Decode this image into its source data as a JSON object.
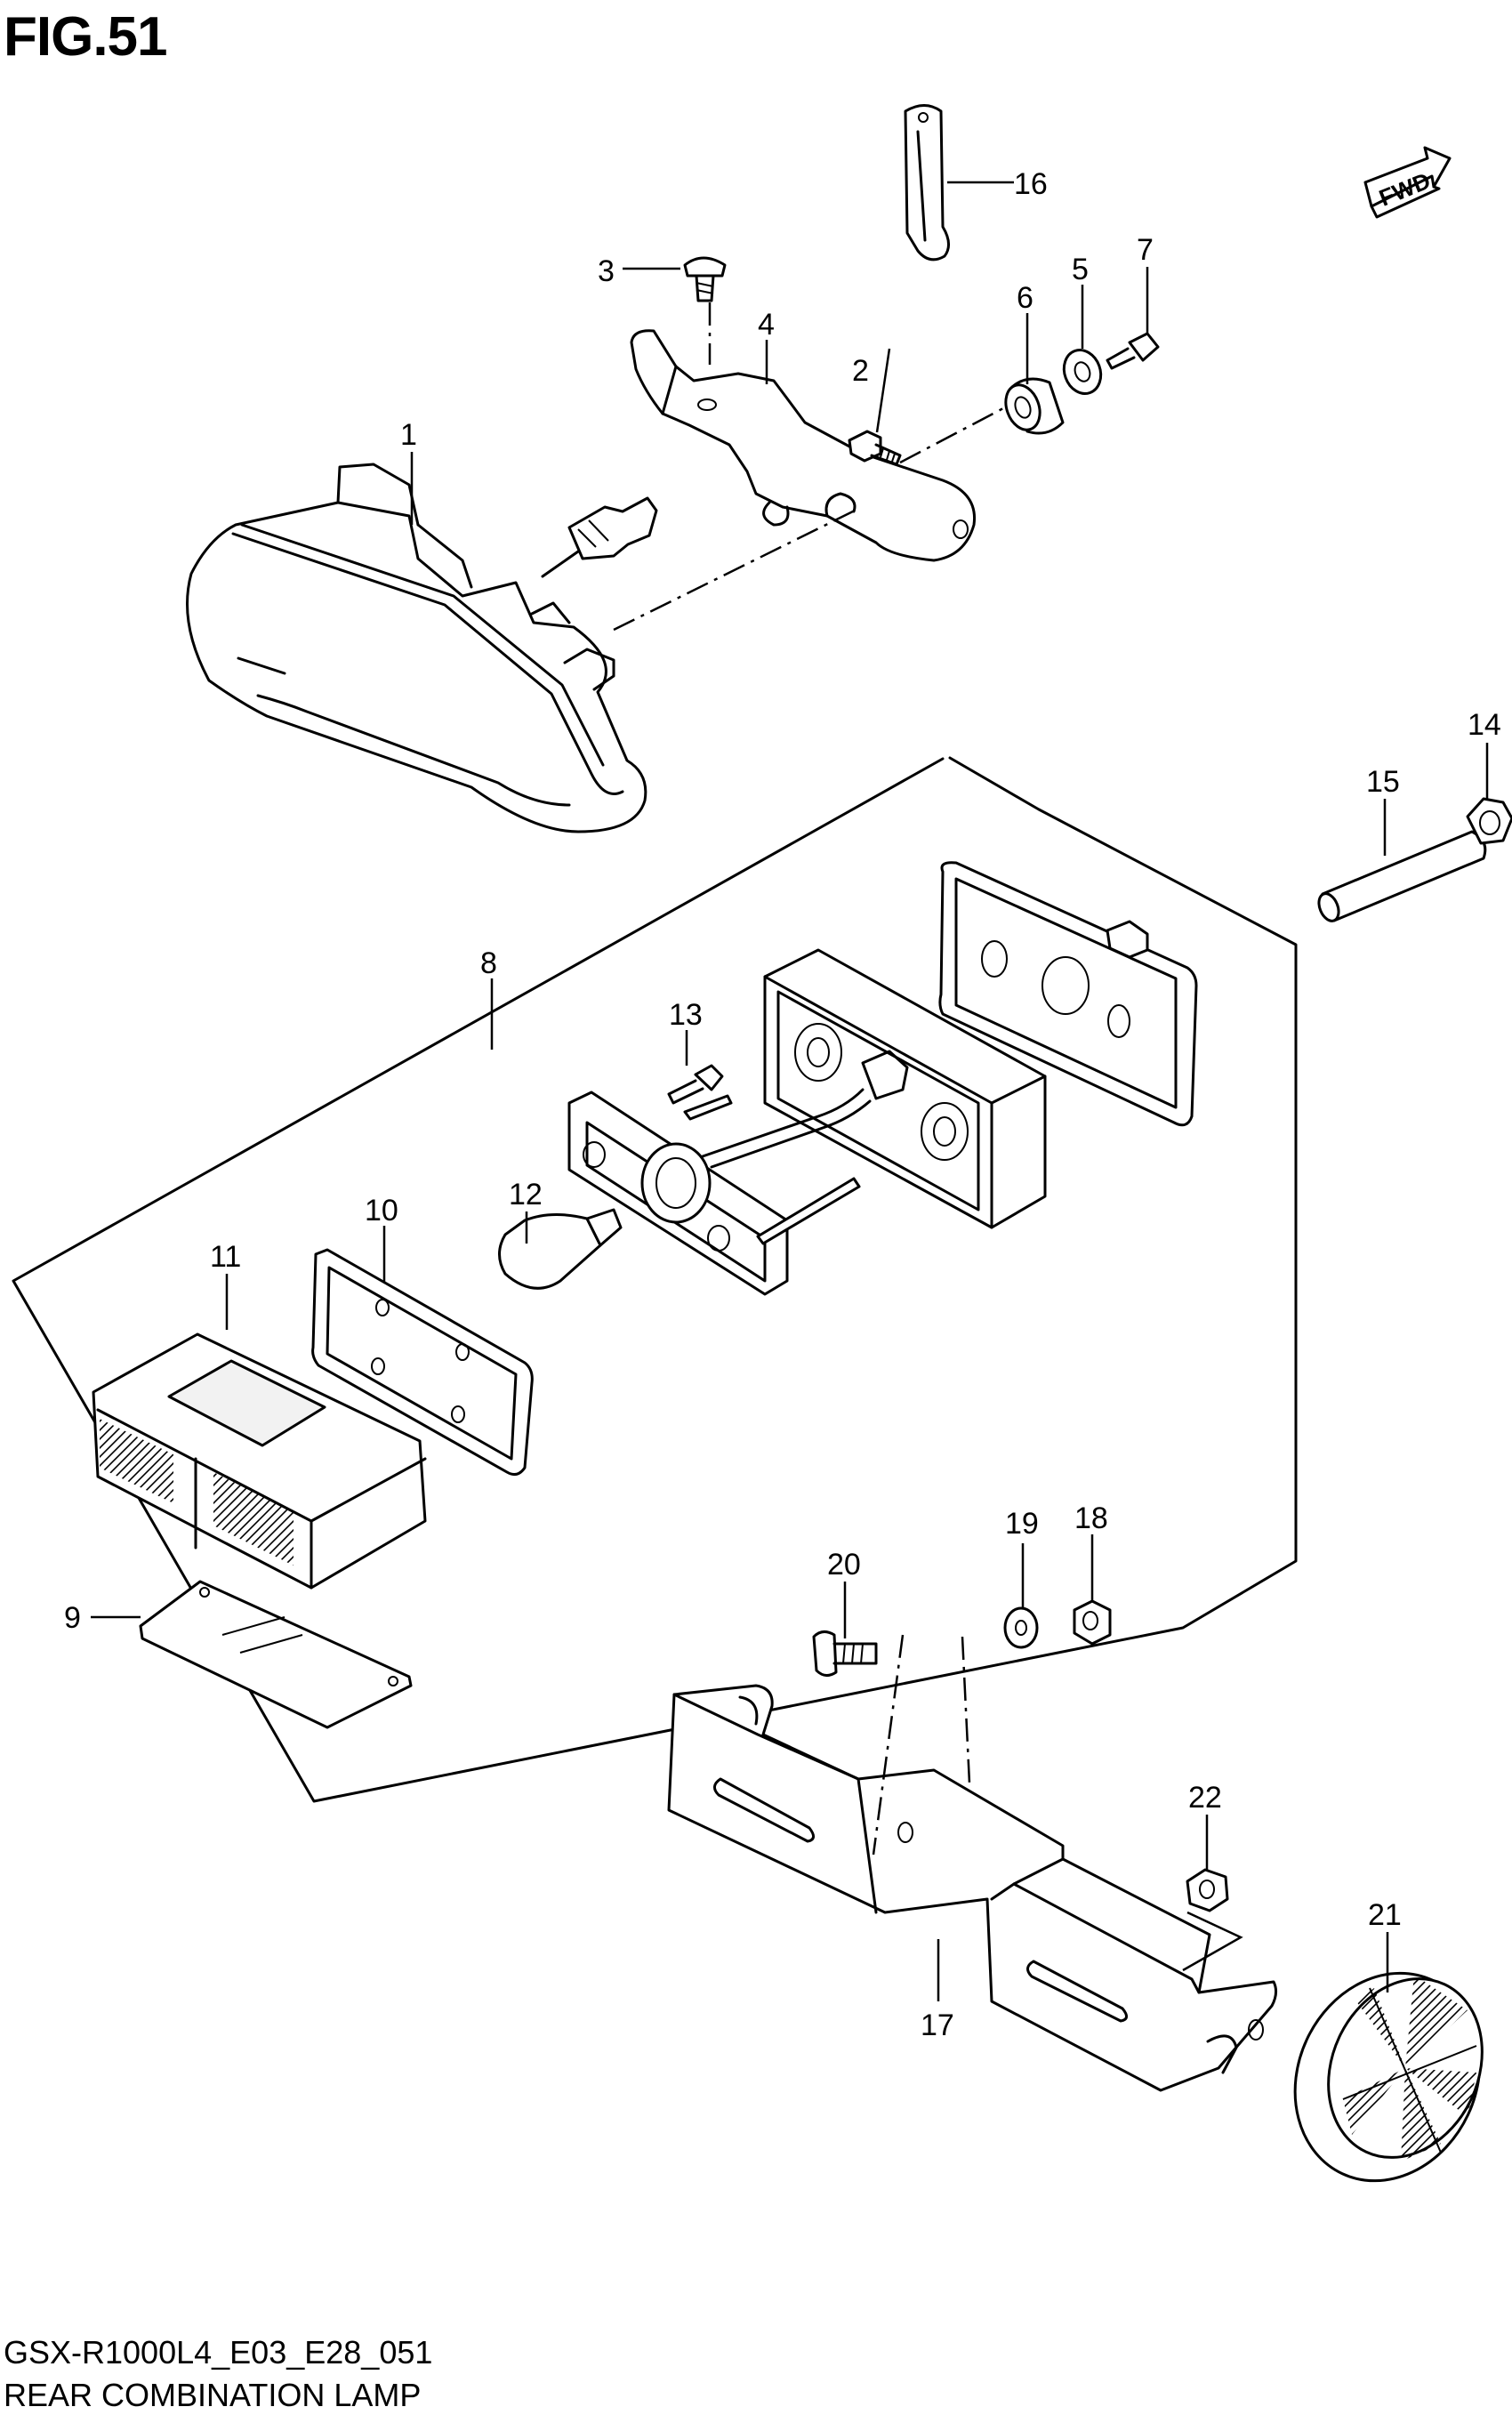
{
  "figure": {
    "title": "FIG.51",
    "code": "GSX-R1000L4_E03_E28_051",
    "name": "REAR COMBINATION LAMP",
    "fwd_label": "FWD"
  },
  "callouts": [
    "1",
    "2",
    "3",
    "4",
    "5",
    "6",
    "7",
    "8",
    "9",
    "10",
    "11",
    "12",
    "13",
    "14",
    "15",
    "16",
    "17",
    "18",
    "19",
    "20",
    "21",
    "22"
  ]
}
